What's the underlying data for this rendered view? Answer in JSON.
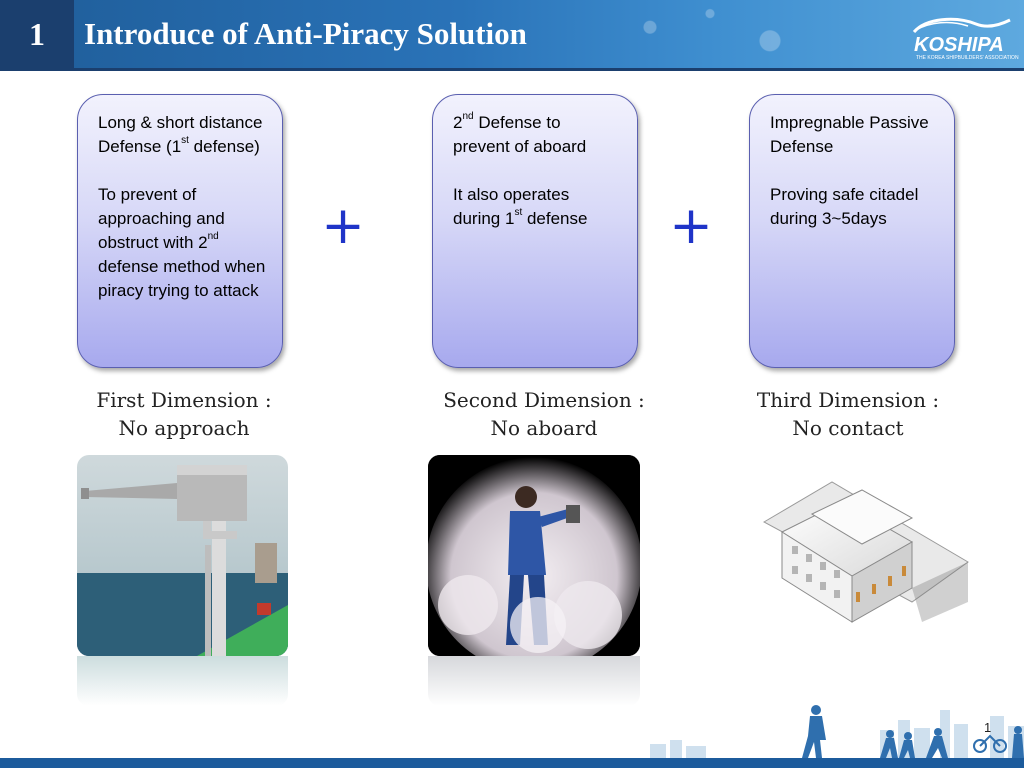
{
  "header": {
    "slide_number": "1",
    "title": "Introduce of Anti-Piracy Solution"
  },
  "logo": {
    "wordmark": "KOSHIPA",
    "tagline": "THE KOREA SHIPBUILDERS' ASSOCIATION"
  },
  "boxes": [
    {
      "p1_a": "Long & short distance Defense (1",
      "p1_sup": "st",
      "p1_b": " defense)",
      "p2_a": "To prevent of approaching and obstruct with 2",
      "p2_sup": "nd",
      "p2_b": " defense method when piracy trying to attack"
    },
    {
      "p1_pre": "2",
      "p1_sup": "nd",
      "p1_b": " Defense to prevent of aboard",
      "p2_a": "It also operates during 1",
      "p2_sup": "st",
      "p2_b": " defense"
    },
    {
      "p1": "Impregnable Passive Defense",
      "p2": "Proving safe citadel during 3~5days"
    }
  ],
  "plus_symbol": "+",
  "captions": [
    {
      "line1": "First Dimension :",
      "line2": "No approach"
    },
    {
      "line1": "Second Dimension :",
      "line2": "No aboard"
    },
    {
      "line1": "Third Dimension :",
      "line2": "No contact"
    }
  ],
  "page_number": "1",
  "colors": {
    "header_blue": "#2a73b8",
    "header_dark": "#1b3f6e",
    "box_top": "#f2f2fd",
    "box_bottom": "#a7a9ee",
    "plus_blue": "#1f34c8"
  },
  "icons": [
    "koshipa-logo-icon",
    "skyline-people-icon"
  ]
}
